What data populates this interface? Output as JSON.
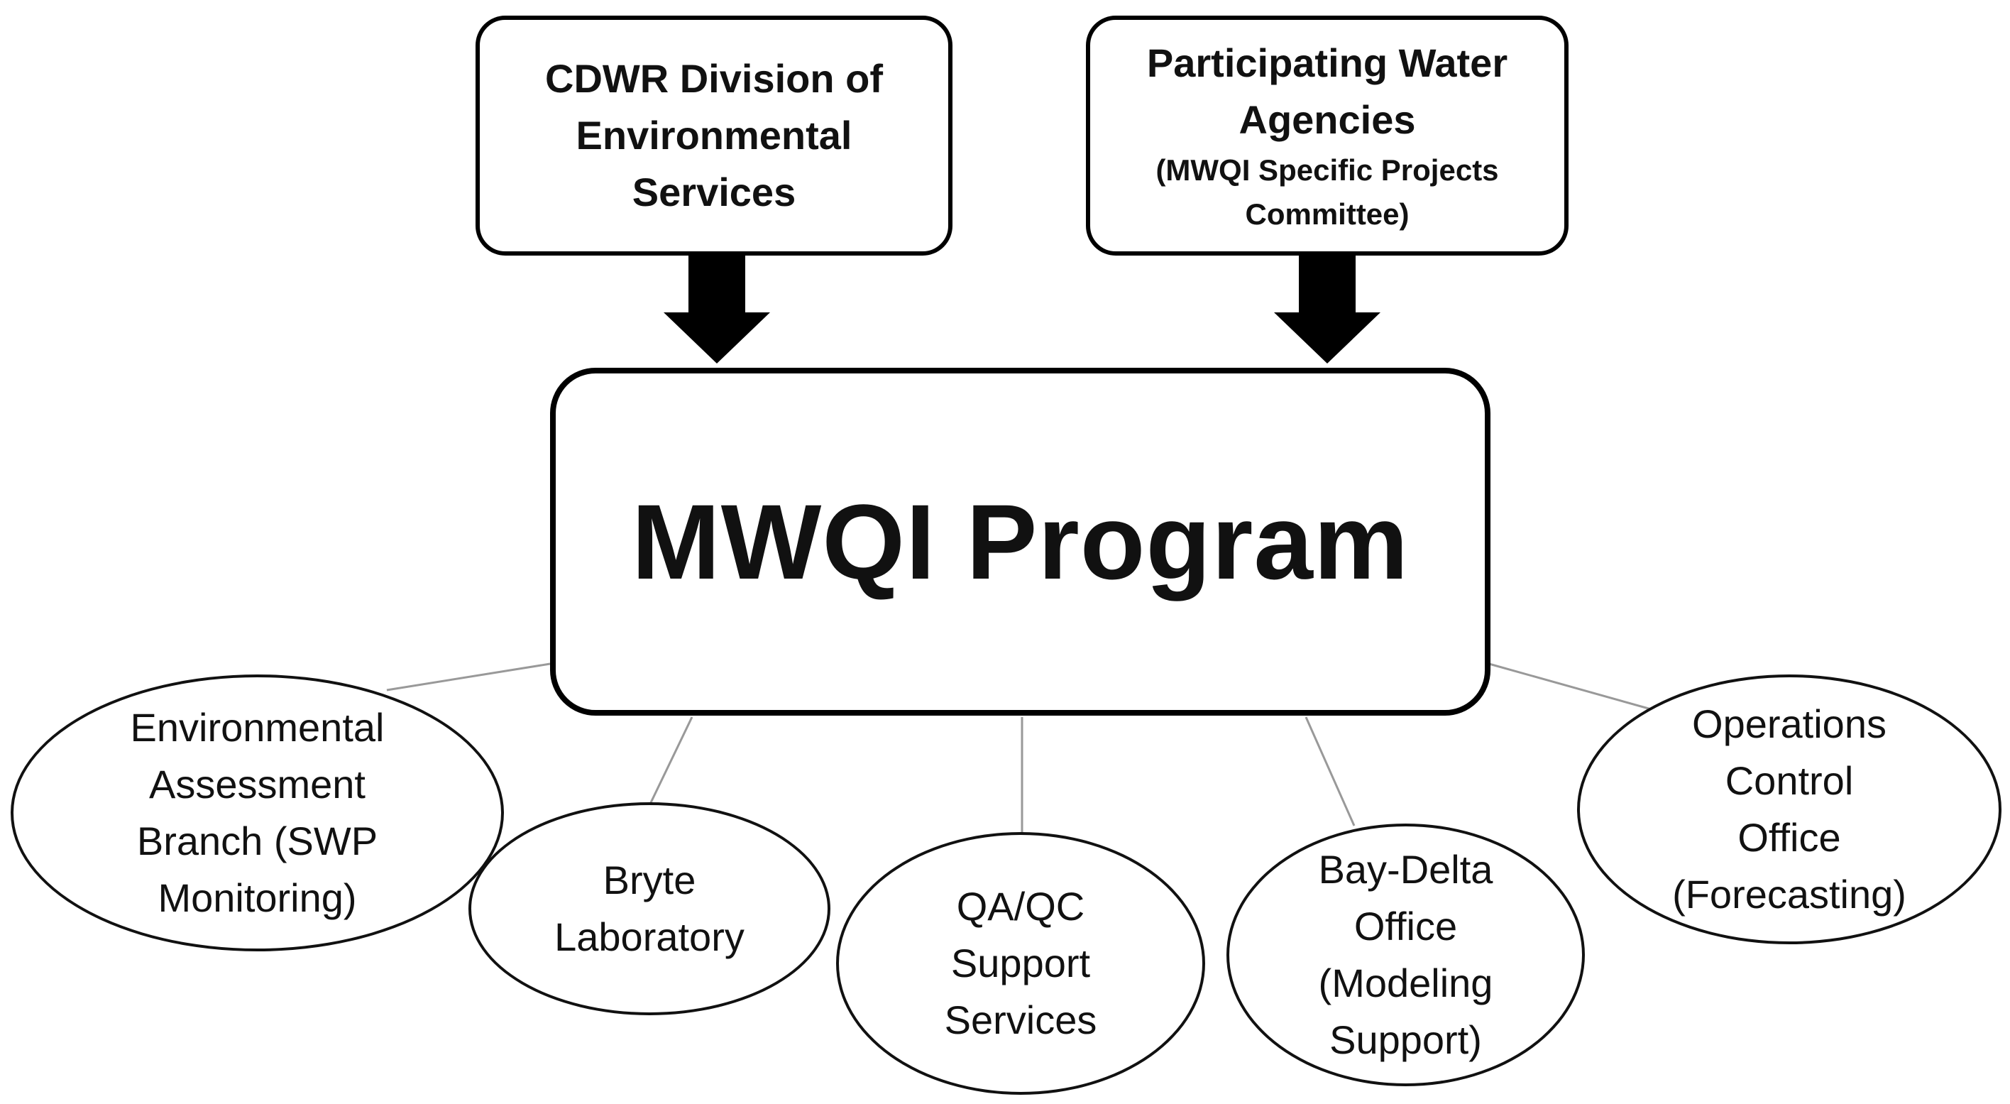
{
  "sources": [
    {
      "lines": [
        "CDWR Division of",
        "Environmental",
        "Services"
      ]
    },
    {
      "lines": [
        "Participating Water",
        "Agencies"
      ],
      "sub_lines": [
        "(MWQI Specific Projects",
        "Committee)"
      ]
    }
  ],
  "program": {
    "title": "MWQI Program"
  },
  "units": [
    {
      "lines": [
        "Environmental",
        "Assessment",
        "Branch (SWP",
        "Monitoring)"
      ]
    },
    {
      "lines": [
        "Bryte",
        "Laboratory"
      ]
    },
    {
      "lines": [
        "QA/QC",
        "Support",
        "Services"
      ]
    },
    {
      "lines": [
        "Bay-Delta",
        "Office",
        "(Modeling",
        "Support)"
      ]
    },
    {
      "lines": [
        "Operations",
        "Control",
        "Office",
        "(Forecasting)"
      ]
    }
  ]
}
